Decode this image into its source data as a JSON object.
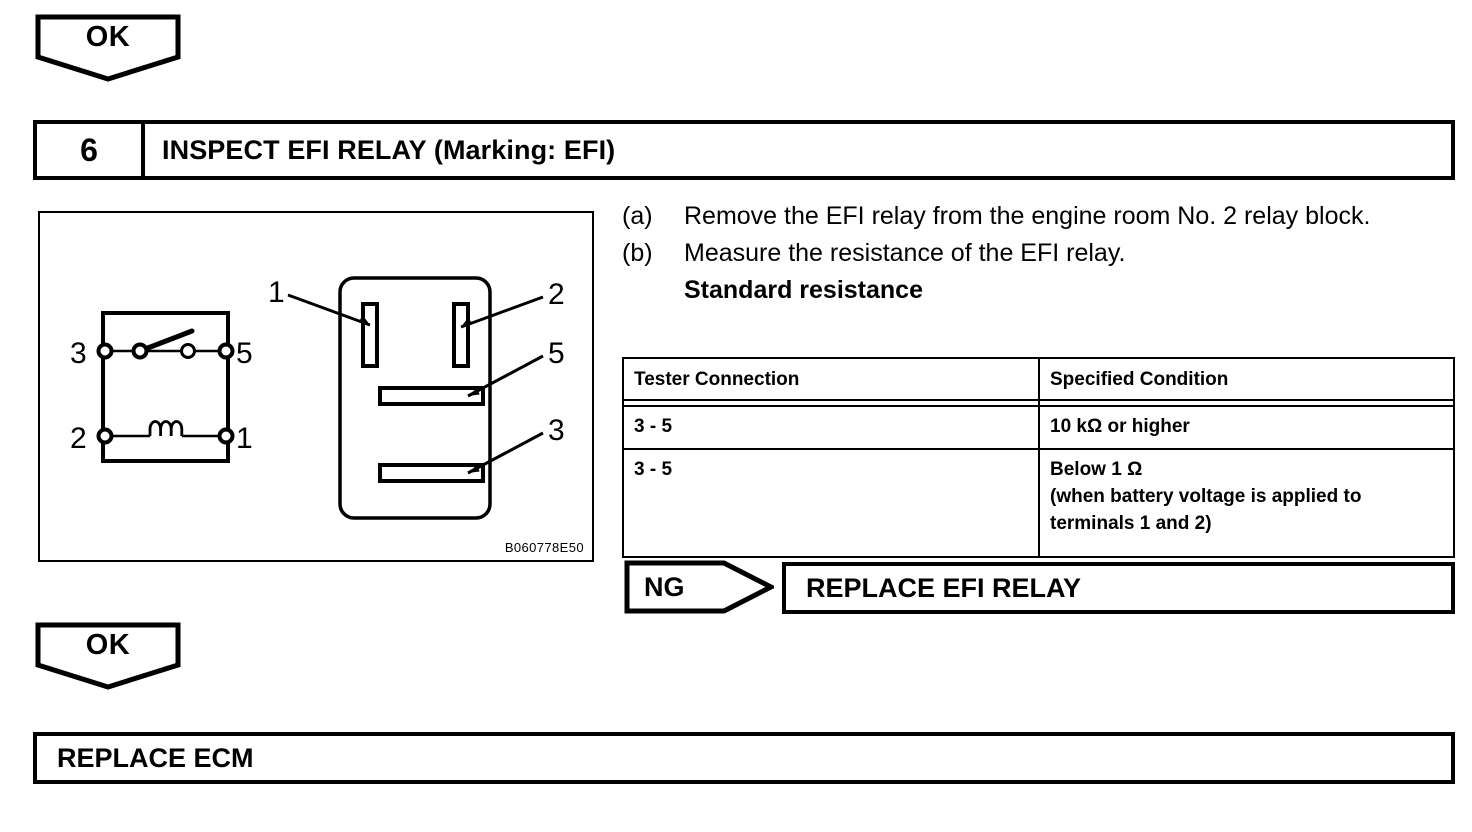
{
  "flow": {
    "ok_top": {
      "label": "OK",
      "name": "ok"
    },
    "ok_bottom": {
      "label": "OK",
      "name": "ok"
    },
    "ng": {
      "label": "NG",
      "name": "ng"
    }
  },
  "step": {
    "number": "6",
    "title": "INSPECT EFI RELAY (Marking: EFI)"
  },
  "illustration": {
    "code": "B060778E50",
    "schematic_terminals": {
      "left_top": "3",
      "right_top": "5",
      "left_bottom": "2",
      "right_bottom": "1"
    },
    "relay_callouts": {
      "top_left": "1",
      "top_right": "2",
      "mid_right": "5",
      "low_right": "3"
    }
  },
  "procedure": {
    "items": [
      {
        "marker": "(a)",
        "text": "Remove the EFI relay from the engine room No. 2 relay block."
      },
      {
        "marker": "(b)",
        "text": "Measure the resistance of the EFI relay."
      }
    ],
    "subheading": "Standard resistance"
  },
  "spec_table": {
    "headers": [
      "Tester Connection",
      "Specified Condition"
    ],
    "rows": [
      {
        "connection": "3 - 5",
        "condition": "10 kΩ or higher"
      },
      {
        "connection": "3 - 5",
        "condition_line1": "Below 1 Ω",
        "condition_line2": "(when battery voltage is applied to",
        "condition_line3": "terminals 1 and 2)"
      }
    ]
  },
  "results": {
    "replace_relay": "REPLACE EFI RELAY",
    "replace_ecm": "REPLACE ECM"
  }
}
